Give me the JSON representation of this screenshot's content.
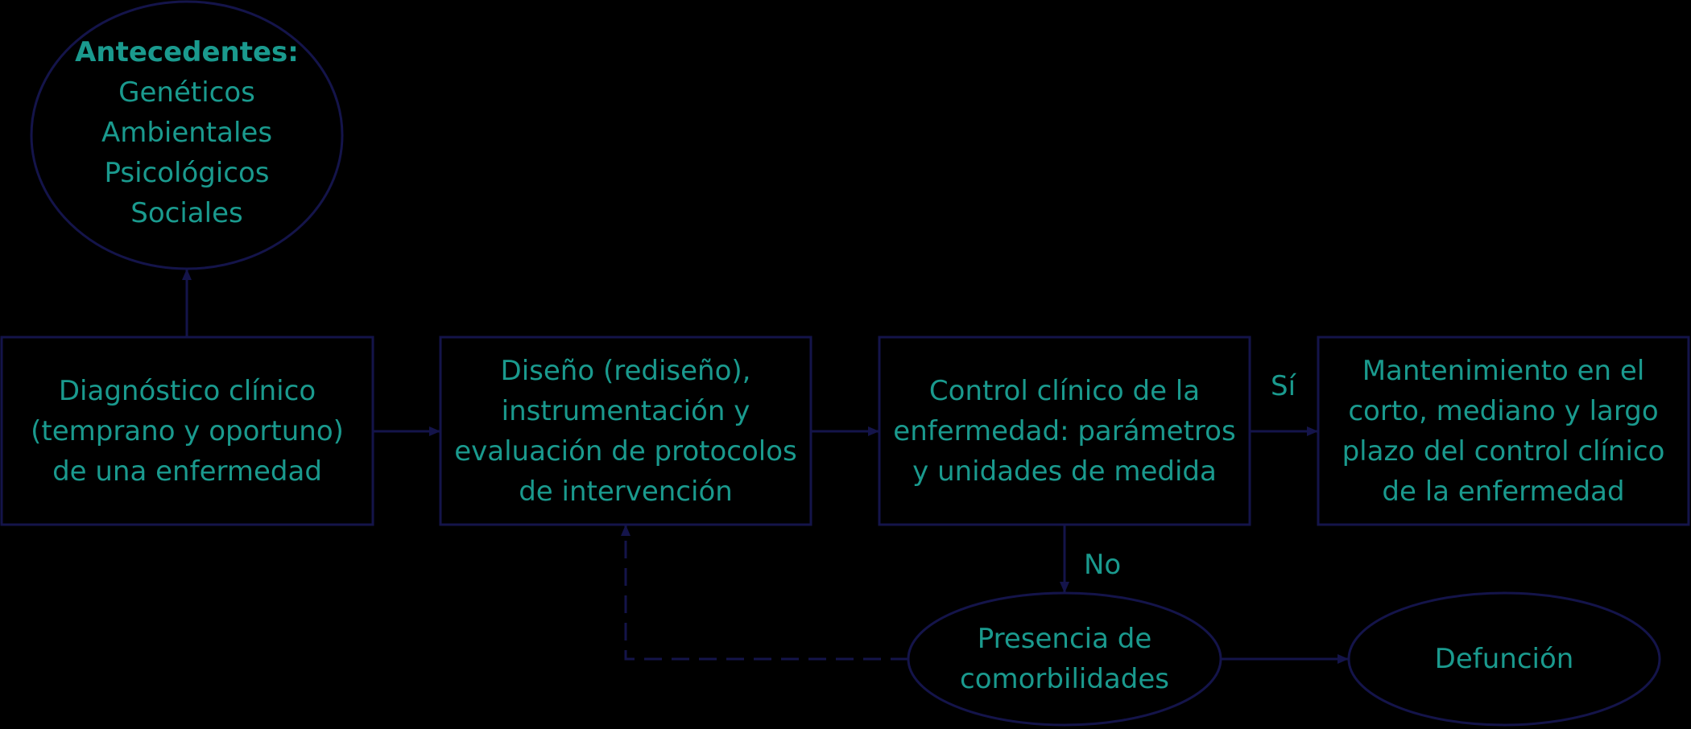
{
  "colors": {
    "background": "#000000",
    "stroke": "#14144a",
    "text": "#1a9a8e"
  },
  "nodes": {
    "antecedentes": {
      "title": "Antecedentes:",
      "items": [
        "Genéticos",
        "Ambientales",
        "Psicológicos",
        "Sociales"
      ]
    },
    "diagnostico": {
      "lines": [
        "Diagnóstico clínico",
        "(temprano y oportuno)",
        "de una enfermedad"
      ]
    },
    "diseno": {
      "lines": [
        "Diseño (rediseño),",
        "instrumentación y",
        "evaluación de protocolos",
        "de intervención"
      ]
    },
    "control": {
      "lines": [
        "Control clínico de la",
        "enfermedad: parámetros",
        "y unidades de medida"
      ]
    },
    "mantenimiento": {
      "lines": [
        "Mantenimiento en el",
        "corto, mediano y largo",
        "plazo del control clínico",
        "de la enfermedad"
      ]
    },
    "comorbilidades": {
      "lines": [
        "Presencia de",
        "comorbilidades"
      ]
    },
    "defuncion": {
      "lines": [
        "Defunción"
      ]
    }
  },
  "edge_labels": {
    "si": "Sí",
    "no": "No"
  }
}
